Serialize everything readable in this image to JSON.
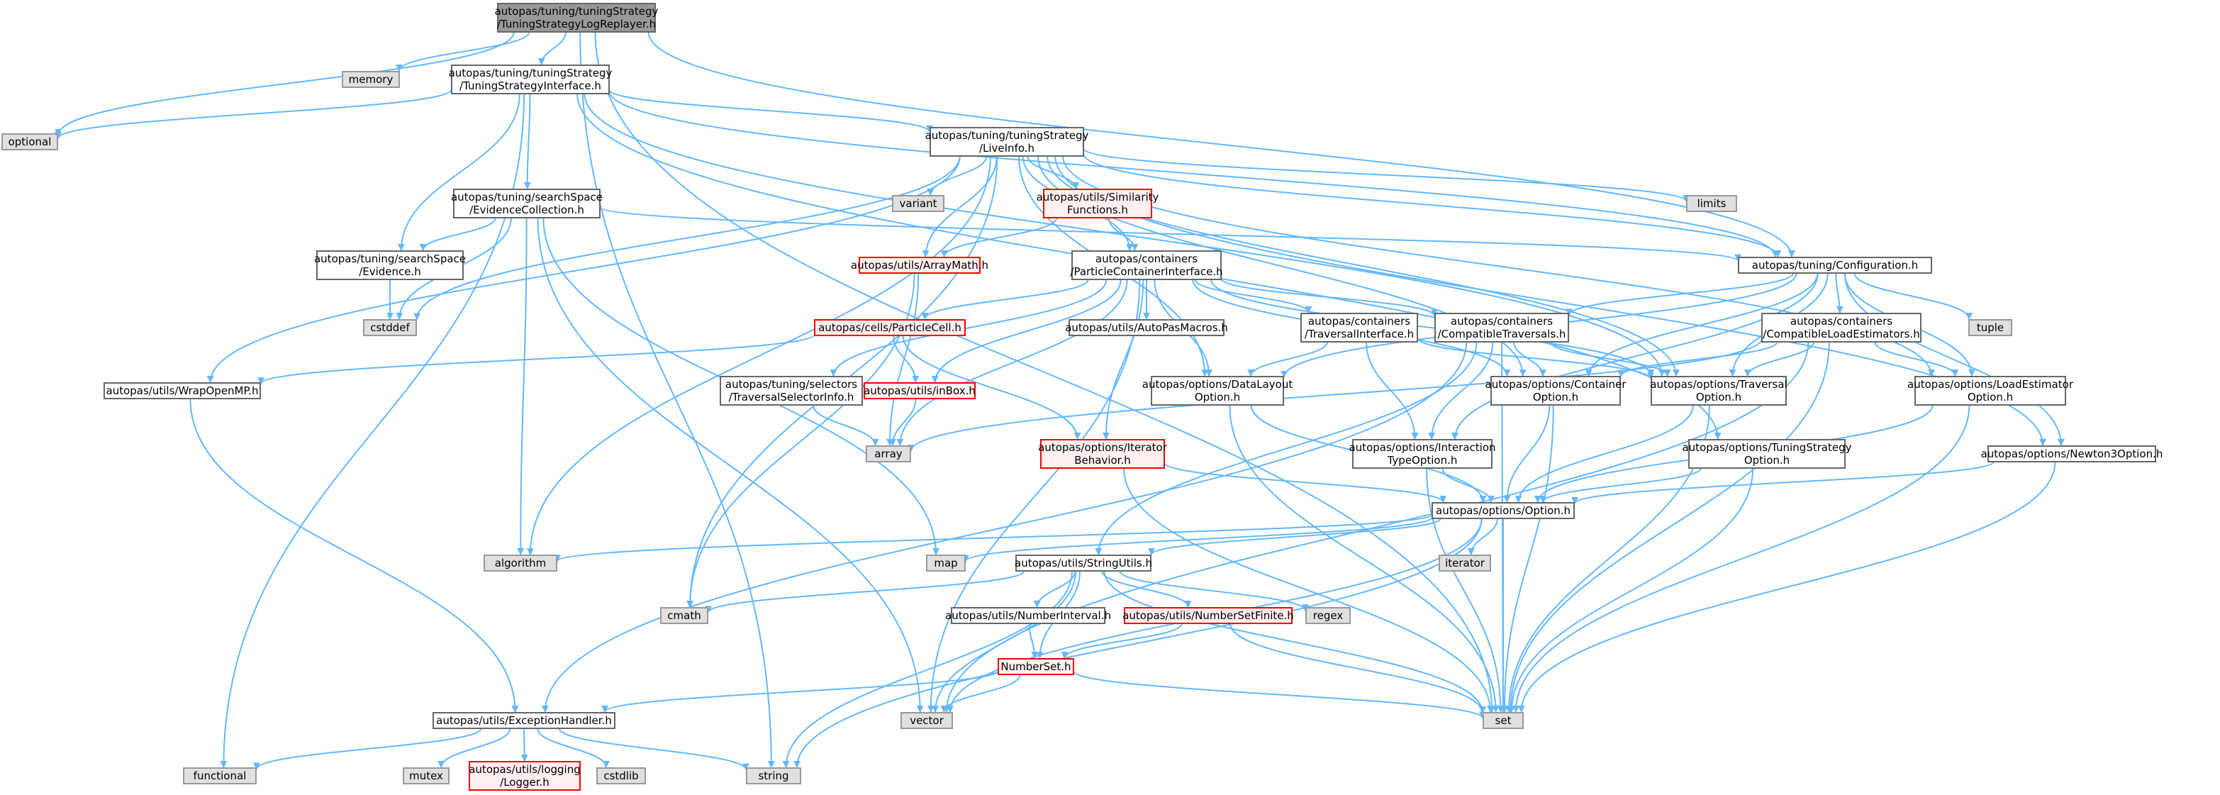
{
  "graph": {
    "colors": {
      "edge": "#63b8ff",
      "root_fill": "#999999",
      "root_stroke": "#666666",
      "file_fill": "#ffffff",
      "file_stroke": "#666666",
      "system_fill": "#e0e0e0",
      "system_stroke": "#999999",
      "truncated_fill": "#fff0f0",
      "truncated_stroke": "#ff0000"
    },
    "nodes": [
      {
        "id": "root",
        "kind": "root",
        "lines": [
          "autopas/tuning/tuningStrategy",
          "/TuningStrategyLogReplayer.h"
        ]
      },
      {
        "id": "memory",
        "kind": "system",
        "lines": [
          "memory"
        ]
      },
      {
        "id": "optional",
        "kind": "system",
        "lines": [
          "optional"
        ]
      },
      {
        "id": "tsi",
        "kind": "file",
        "lines": [
          "autopas/tuning/tuningStrategy",
          "/TuningStrategyInterface.h"
        ]
      },
      {
        "id": "liveinfo",
        "kind": "file",
        "lines": [
          "autopas/tuning/tuningStrategy",
          "/LiveInfo.h"
        ]
      },
      {
        "id": "functional",
        "kind": "system",
        "lines": [
          "functional"
        ]
      },
      {
        "id": "evcoll",
        "kind": "file",
        "lines": [
          "autopas/tuning/searchSpace",
          "/EvidenceCollection.h"
        ]
      },
      {
        "id": "variant",
        "kind": "system",
        "lines": [
          "variant"
        ]
      },
      {
        "id": "simfunc",
        "kind": "truncated",
        "lines": [
          "autopas/utils/Similarity",
          "Functions.h"
        ]
      },
      {
        "id": "limits",
        "kind": "system",
        "lines": [
          "limits"
        ]
      },
      {
        "id": "evidence",
        "kind": "file",
        "lines": [
          "autopas/tuning/searchSpace",
          "/Evidence.h"
        ]
      },
      {
        "id": "arraymath",
        "kind": "truncated",
        "lines": [
          "autopas/utils/ArrayMath.h"
        ]
      },
      {
        "id": "pci",
        "kind": "file",
        "lines": [
          "autopas/containers",
          "/ParticleContainerInterface.h"
        ]
      },
      {
        "id": "config",
        "kind": "file",
        "lines": [
          "autopas/tuning/Configuration.h"
        ]
      },
      {
        "id": "cstddef",
        "kind": "system",
        "lines": [
          "cstddef"
        ]
      },
      {
        "id": "pcell",
        "kind": "truncated",
        "lines": [
          "autopas/cells/ParticleCell.h"
        ]
      },
      {
        "id": "macros",
        "kind": "file",
        "lines": [
          "autopas/utils/AutoPasMacros.h"
        ]
      },
      {
        "id": "travif",
        "kind": "file",
        "lines": [
          "autopas/containers",
          "/TraversalInterface.h"
        ]
      },
      {
        "id": "comptrav",
        "kind": "file",
        "lines": [
          "autopas/containers",
          "/CompatibleTraversals.h"
        ]
      },
      {
        "id": "comple",
        "kind": "file",
        "lines": [
          "autopas/containers",
          "/CompatibleLoadEstimators.h"
        ]
      },
      {
        "id": "tuple",
        "kind": "system",
        "lines": [
          "tuple"
        ]
      },
      {
        "id": "wrapomp",
        "kind": "file",
        "lines": [
          "autopas/utils/WrapOpenMP.h"
        ]
      },
      {
        "id": "tsel",
        "kind": "file",
        "lines": [
          "autopas/tuning/selectors",
          "/TraversalSelectorInfo.h"
        ]
      },
      {
        "id": "inbox",
        "kind": "truncated",
        "lines": [
          "autopas/utils/inBox.h"
        ]
      },
      {
        "id": "dlo",
        "kind": "file",
        "lines": [
          "autopas/options/DataLayout",
          "Option.h"
        ]
      },
      {
        "id": "contopt",
        "kind": "file",
        "lines": [
          "autopas/options/Container",
          "Option.h"
        ]
      },
      {
        "id": "travopt",
        "kind": "file",
        "lines": [
          "autopas/options/Traversal",
          "Option.h"
        ]
      },
      {
        "id": "leo",
        "kind": "file",
        "lines": [
          "autopas/options/LoadEstimator",
          "Option.h"
        ]
      },
      {
        "id": "array",
        "kind": "system",
        "lines": [
          "array"
        ]
      },
      {
        "id": "iterb",
        "kind": "truncated",
        "lines": [
          "autopas/options/Iterator",
          "Behavior.h"
        ]
      },
      {
        "id": "ito",
        "kind": "file",
        "lines": [
          "autopas/options/Interaction",
          "TypeOption.h"
        ]
      },
      {
        "id": "tso",
        "kind": "file",
        "lines": [
          "autopas/options/TuningStrategy",
          "Option.h"
        ]
      },
      {
        "id": "n3o",
        "kind": "file",
        "lines": [
          "autopas/options/Newton3Option.h"
        ]
      },
      {
        "id": "option",
        "kind": "file",
        "lines": [
          "autopas/options/Option.h"
        ]
      },
      {
        "id": "algorithm",
        "kind": "system",
        "lines": [
          "algorithm"
        ]
      },
      {
        "id": "map",
        "kind": "system",
        "lines": [
          "map"
        ]
      },
      {
        "id": "strutils",
        "kind": "file",
        "lines": [
          "autopas/utils/StringUtils.h"
        ]
      },
      {
        "id": "iterator",
        "kind": "system",
        "lines": [
          "iterator"
        ]
      },
      {
        "id": "cmath",
        "kind": "system",
        "lines": [
          "cmath"
        ]
      },
      {
        "id": "numint",
        "kind": "file",
        "lines": [
          "autopas/utils/NumberInterval.h"
        ]
      },
      {
        "id": "nsf",
        "kind": "truncated",
        "lines": [
          "autopas/utils/NumberSetFinite.h"
        ]
      },
      {
        "id": "regex",
        "kind": "system",
        "lines": [
          "regex"
        ]
      },
      {
        "id": "numset",
        "kind": "truncated",
        "lines": [
          "NumberSet.h"
        ]
      },
      {
        "id": "exh",
        "kind": "file",
        "lines": [
          "autopas/utils/ExceptionHandler.h"
        ]
      },
      {
        "id": "vector",
        "kind": "system",
        "lines": [
          "vector"
        ]
      },
      {
        "id": "set",
        "kind": "system",
        "lines": [
          "set"
        ]
      },
      {
        "id": "mutex",
        "kind": "system",
        "lines": [
          "mutex"
        ]
      },
      {
        "id": "logger",
        "kind": "truncated",
        "lines": [
          "autopas/utils/logging",
          "/Logger.h"
        ]
      },
      {
        "id": "cstdlib",
        "kind": "system",
        "lines": [
          "cstdlib"
        ]
      },
      {
        "id": "string",
        "kind": "system",
        "lines": [
          "string"
        ]
      }
    ],
    "edges": [
      [
        "root",
        "memory"
      ],
      [
        "root",
        "optional"
      ],
      [
        "root",
        "tsi"
      ],
      [
        "root",
        "config"
      ],
      [
        "root",
        "string"
      ],
      [
        "root",
        "set"
      ],
      [
        "tsi",
        "optional"
      ],
      [
        "tsi",
        "liveinfo"
      ],
      [
        "tsi",
        "functional"
      ],
      [
        "tsi",
        "evcoll"
      ],
      [
        "tsi",
        "evidence"
      ],
      [
        "tsi",
        "config"
      ],
      [
        "tsi",
        "travopt"
      ],
      [
        "tsi",
        "tso"
      ],
      [
        "liveinfo",
        "variant"
      ],
      [
        "liveinfo",
        "simfunc"
      ],
      [
        "liveinfo",
        "limits"
      ],
      [
        "liveinfo",
        "arraymath"
      ],
      [
        "liveinfo",
        "pci"
      ],
      [
        "liveinfo",
        "config"
      ],
      [
        "liveinfo",
        "cstddef"
      ],
      [
        "liveinfo",
        "wrapomp"
      ],
      [
        "liveinfo",
        "algorithm"
      ],
      [
        "liveinfo",
        "cmath"
      ],
      [
        "liveinfo",
        "dlo"
      ],
      [
        "liveinfo",
        "contopt"
      ],
      [
        "liveinfo",
        "travopt"
      ],
      [
        "liveinfo",
        "leo"
      ],
      [
        "liveinfo",
        "n3o"
      ],
      [
        "evcoll",
        "evidence"
      ],
      [
        "evcoll",
        "config"
      ],
      [
        "evcoll",
        "cstddef"
      ],
      [
        "evcoll",
        "algorithm"
      ],
      [
        "evcoll",
        "map"
      ],
      [
        "evcoll",
        "vector"
      ],
      [
        "evidence",
        "cstddef"
      ],
      [
        "simfunc",
        "arraymath"
      ],
      [
        "simfunc",
        "pci"
      ],
      [
        "arraymath",
        "array"
      ],
      [
        "arraymath",
        "cmath"
      ],
      [
        "pci",
        "pcell"
      ],
      [
        "pci",
        "macros"
      ],
      [
        "pci",
        "travif"
      ],
      [
        "pci",
        "comptrav"
      ],
      [
        "pci",
        "tsel"
      ],
      [
        "pci",
        "inbox"
      ],
      [
        "pci",
        "dlo"
      ],
      [
        "pci",
        "contopt"
      ],
      [
        "pci",
        "travopt"
      ],
      [
        "pci",
        "iterb"
      ],
      [
        "pci",
        "array"
      ],
      [
        "pci",
        "vector"
      ],
      [
        "config",
        "comptrav"
      ],
      [
        "config",
        "comple"
      ],
      [
        "config",
        "tuple"
      ],
      [
        "config",
        "dlo"
      ],
      [
        "config",
        "contopt"
      ],
      [
        "config",
        "travopt"
      ],
      [
        "config",
        "leo"
      ],
      [
        "config",
        "n3o"
      ],
      [
        "config",
        "ito"
      ],
      [
        "pcell",
        "wrapomp"
      ],
      [
        "pcell",
        "inbox"
      ],
      [
        "pcell",
        "iterb"
      ],
      [
        "travif",
        "dlo"
      ],
      [
        "travif",
        "travopt"
      ],
      [
        "travif",
        "ito"
      ],
      [
        "comptrav",
        "contopt"
      ],
      [
        "comptrav",
        "travopt"
      ],
      [
        "comptrav",
        "ito"
      ],
      [
        "comptrav",
        "strutils"
      ],
      [
        "comptrav",
        "set"
      ],
      [
        "comptrav",
        "exh"
      ],
      [
        "comple",
        "contopt"
      ],
      [
        "comple",
        "travopt"
      ],
      [
        "comple",
        "leo"
      ],
      [
        "comple",
        "array"
      ],
      [
        "comple",
        "set"
      ],
      [
        "comple",
        "vector"
      ],
      [
        "wrapomp",
        "exh"
      ],
      [
        "tsel",
        "array"
      ],
      [
        "inbox",
        "array"
      ],
      [
        "dlo",
        "option"
      ],
      [
        "dlo",
        "set"
      ],
      [
        "contopt",
        "option"
      ],
      [
        "contopt",
        "set"
      ],
      [
        "travopt",
        "option"
      ],
      [
        "travopt",
        "set"
      ],
      [
        "leo",
        "option"
      ],
      [
        "leo",
        "set"
      ],
      [
        "iterb",
        "option"
      ],
      [
        "iterb",
        "set"
      ],
      [
        "ito",
        "option"
      ],
      [
        "ito",
        "set"
      ],
      [
        "tso",
        "option"
      ],
      [
        "tso",
        "set"
      ],
      [
        "n3o",
        "option"
      ],
      [
        "n3o",
        "set"
      ],
      [
        "option",
        "algorithm"
      ],
      [
        "option",
        "map"
      ],
      [
        "option",
        "strutils"
      ],
      [
        "option",
        "iterator"
      ],
      [
        "option",
        "set"
      ],
      [
        "option",
        "vector"
      ],
      [
        "option",
        "string"
      ],
      [
        "strutils",
        "cmath"
      ],
      [
        "strutils",
        "numint"
      ],
      [
        "strutils",
        "nsf"
      ],
      [
        "strutils",
        "regex"
      ],
      [
        "strutils",
        "numset"
      ],
      [
        "strutils",
        "vector"
      ],
      [
        "strutils",
        "set"
      ],
      [
        "strutils",
        "string"
      ],
      [
        "numint",
        "numset"
      ],
      [
        "nsf",
        "numset"
      ],
      [
        "nsf",
        "set"
      ],
      [
        "numset",
        "exh"
      ],
      [
        "numset",
        "vector"
      ],
      [
        "numset",
        "set"
      ],
      [
        "exh",
        "functional"
      ],
      [
        "exh",
        "mutex"
      ],
      [
        "exh",
        "logger"
      ],
      [
        "exh",
        "cstdlib"
      ],
      [
        "exh",
        "string"
      ]
    ]
  }
}
